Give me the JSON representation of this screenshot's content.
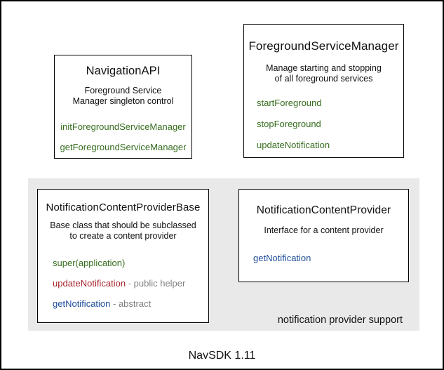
{
  "colors": {
    "green": "#366d1e",
    "red": "#a5242b",
    "blue": "#1f4e9c",
    "muted": "#808080",
    "region_bg": "#e9e9e9",
    "border": "#000000"
  },
  "boxes": {
    "navigation_api": {
      "title": "NavigationAPI",
      "description_lines": [
        "Foreground Service",
        "Manager singleton control"
      ],
      "methods": [
        {
          "label": "initForegroundServiceManager",
          "color": "green",
          "suffix": ""
        },
        {
          "label": "getForegroundServiceManager",
          "color": "green",
          "suffix": ""
        }
      ]
    },
    "foreground_service_manager": {
      "title": "ForegroundServiceManager",
      "description_lines": [
        "Manage starting and stopping",
        "of all foreground services"
      ],
      "methods": [
        {
          "label": "startForeground",
          "color": "green",
          "suffix": ""
        },
        {
          "label": "stopForeground",
          "color": "green",
          "suffix": ""
        },
        {
          "label": "updateNotification",
          "color": "green",
          "suffix": ""
        }
      ]
    },
    "notification_content_provider_base": {
      "title": "NotificationContentProviderBase",
      "description_lines": [
        "Base class that should be subclassed",
        "to create a content provider"
      ],
      "methods": [
        {
          "label": "super(application)",
          "color": "green",
          "suffix": ""
        },
        {
          "label": "updateNotification",
          "color": "red",
          "suffix": " - public helper"
        },
        {
          "label": "getNotification",
          "color": "blue",
          "suffix": " - abstract"
        }
      ]
    },
    "notification_content_provider": {
      "title": "NotificationContentProvider",
      "description_lines": [
        "Interface for a content provider"
      ],
      "methods": [
        {
          "label": "getNotification",
          "color": "blue",
          "suffix": ""
        }
      ]
    }
  },
  "region": {
    "label": "notification provider support"
  },
  "caption": "NavSDK 1.11"
}
